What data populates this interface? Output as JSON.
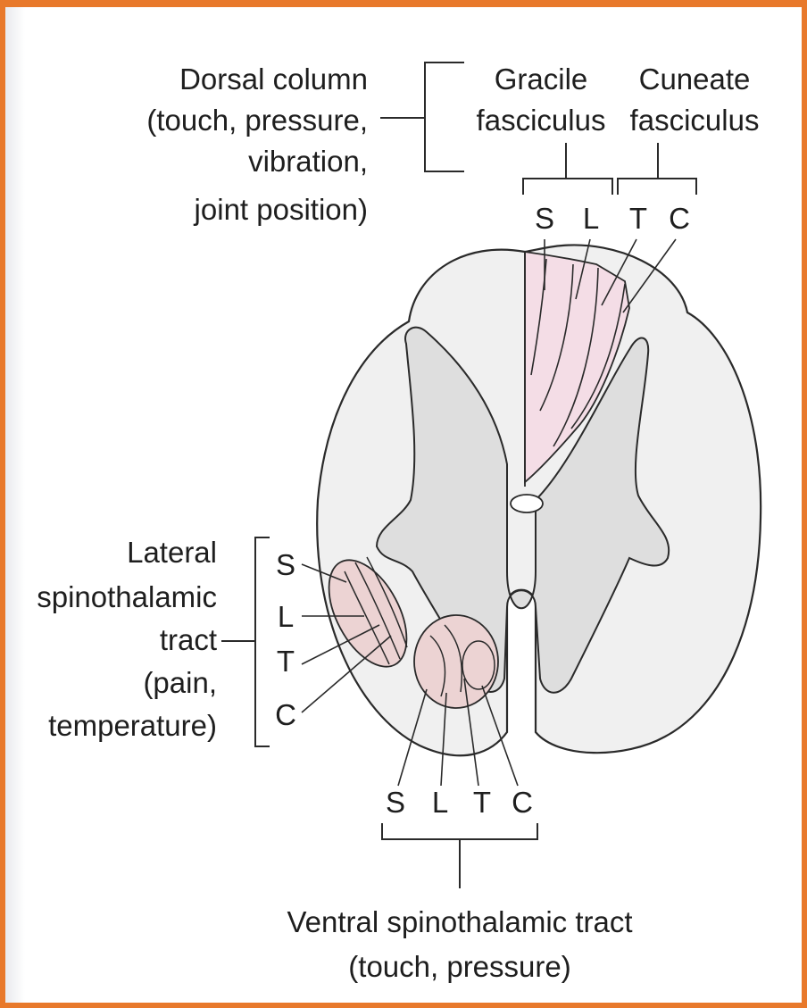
{
  "labels": {
    "dorsal": {
      "line1": "Dorsal column",
      "line2": "(touch, pressure,",
      "line3": "vibration,",
      "line4": "joint position)"
    },
    "gracile": {
      "line1": "Gracile",
      "line2": "fasciculus"
    },
    "cuneate": {
      "line1": "Cuneate",
      "line2": "fasciculus"
    },
    "dorsal_segments": [
      "S",
      "L",
      "T",
      "C"
    ],
    "lateral": {
      "line1": "Lateral",
      "line2": "spinothalamic",
      "line3": "tract",
      "line4": "(pain,",
      "line5": "temperature)"
    },
    "lateral_segments": [
      "S",
      "L",
      "T",
      "C"
    ],
    "ventral_segments": [
      "S",
      "L",
      "T",
      "C"
    ],
    "ventral": {
      "line1": "Ventral spinothalamic tract",
      "line2": "(touch, pressure)"
    }
  },
  "colors": {
    "frame": "#e8792b",
    "white_matter": "#f0f0f0",
    "gray_matter": "#dedede",
    "dorsal_column_fill": "#f4dde6",
    "tract_fill": "#ecd3d3",
    "ink": "#1e1e1e"
  }
}
